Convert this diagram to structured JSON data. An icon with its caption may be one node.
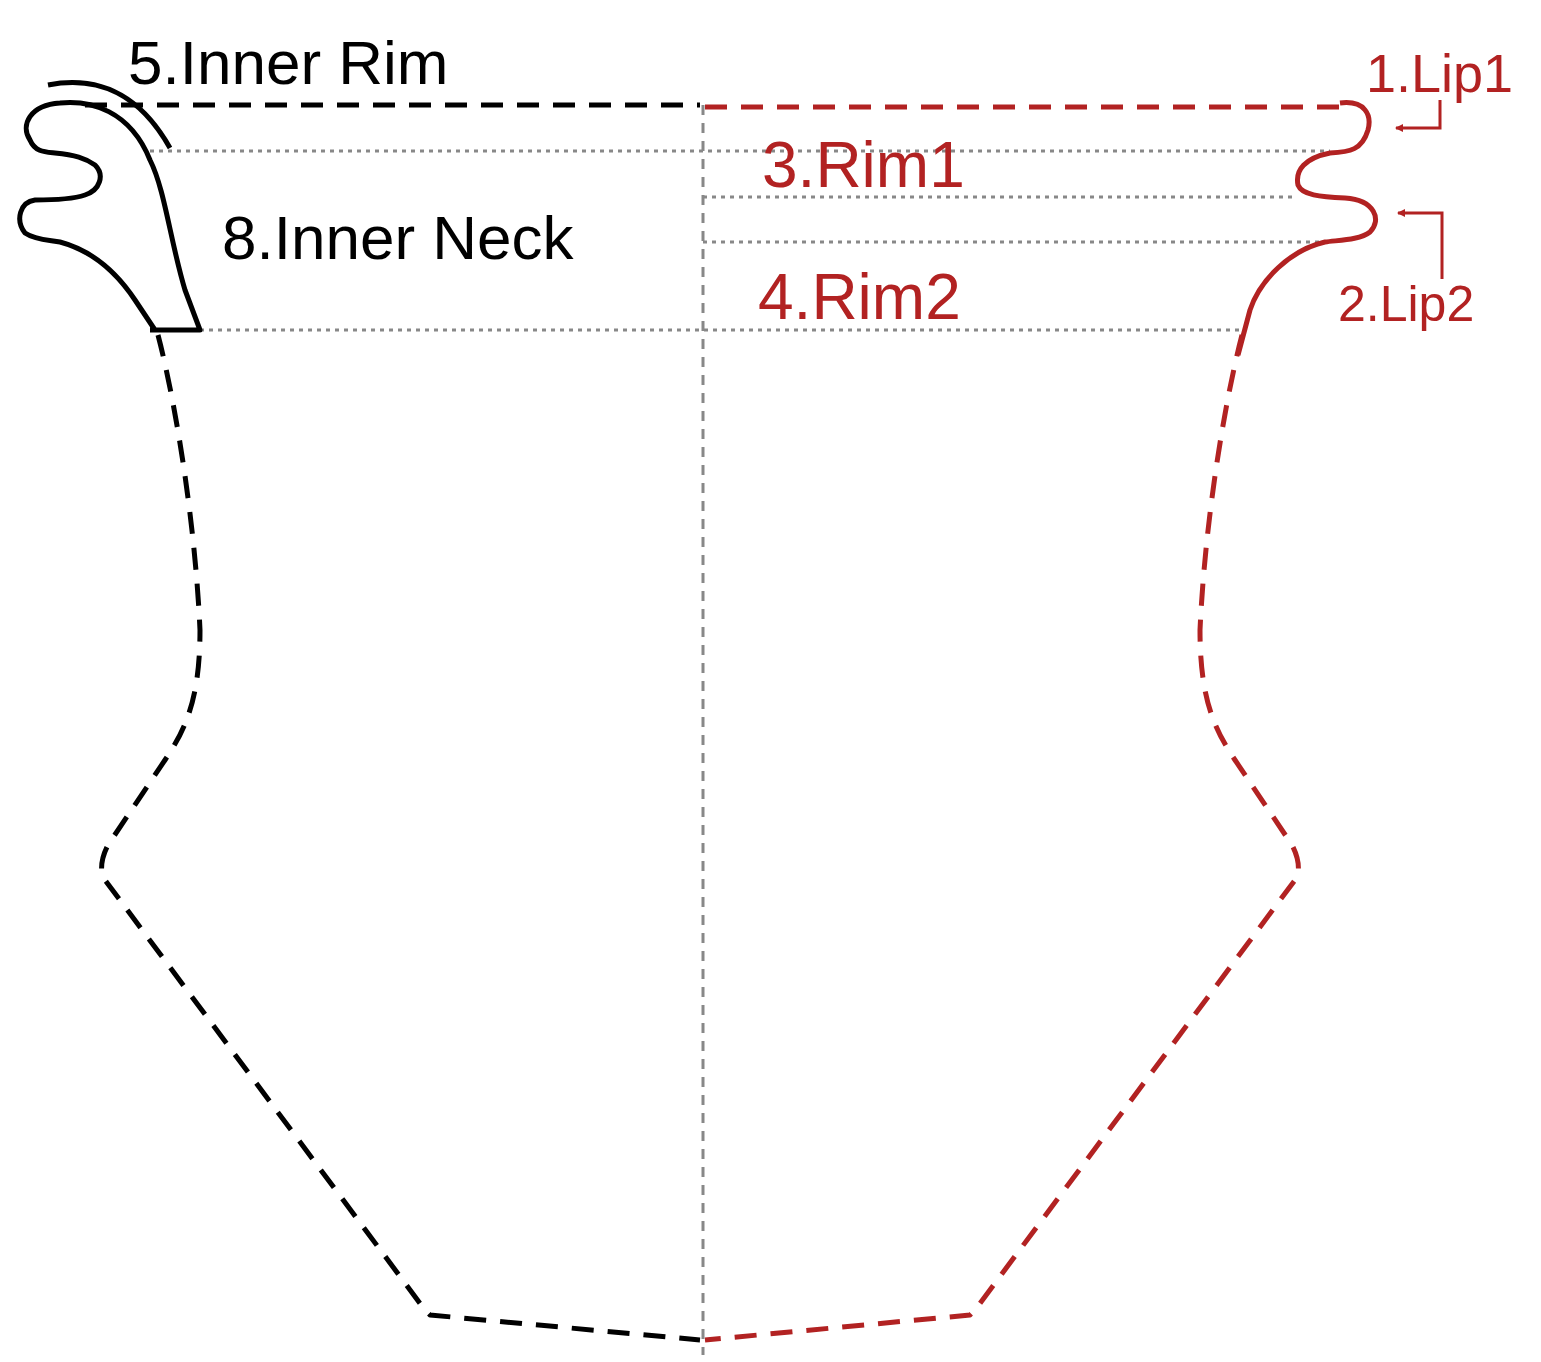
{
  "diagram": {
    "nodes": [
      {
        "text": [
          "1.Lip1"
        ]
      },
      {
        "text": [
          "2.Lip2"
        ]
      }
    ],
    "edges": [
      {
        "from": 0,
        "to": null,
        "arrow": "to"
      },
      {
        "from": 1,
        "to": null,
        "arrow": "to"
      }
    ],
    "labels": [
      "5.Inner Rim",
      "8.Inner Neck",
      "3.Rim1",
      "4.Rim2"
    ]
  }
}
